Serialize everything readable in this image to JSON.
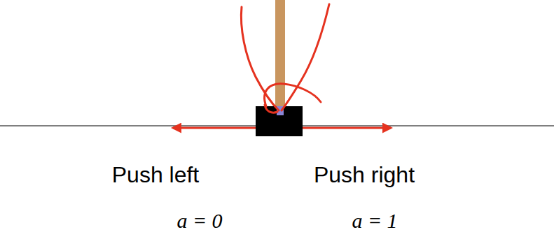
{
  "diagram": {
    "labels": [
      "Push left",
      "Push right",
      "a = 0",
      "a = 1"
    ]
  }
}
